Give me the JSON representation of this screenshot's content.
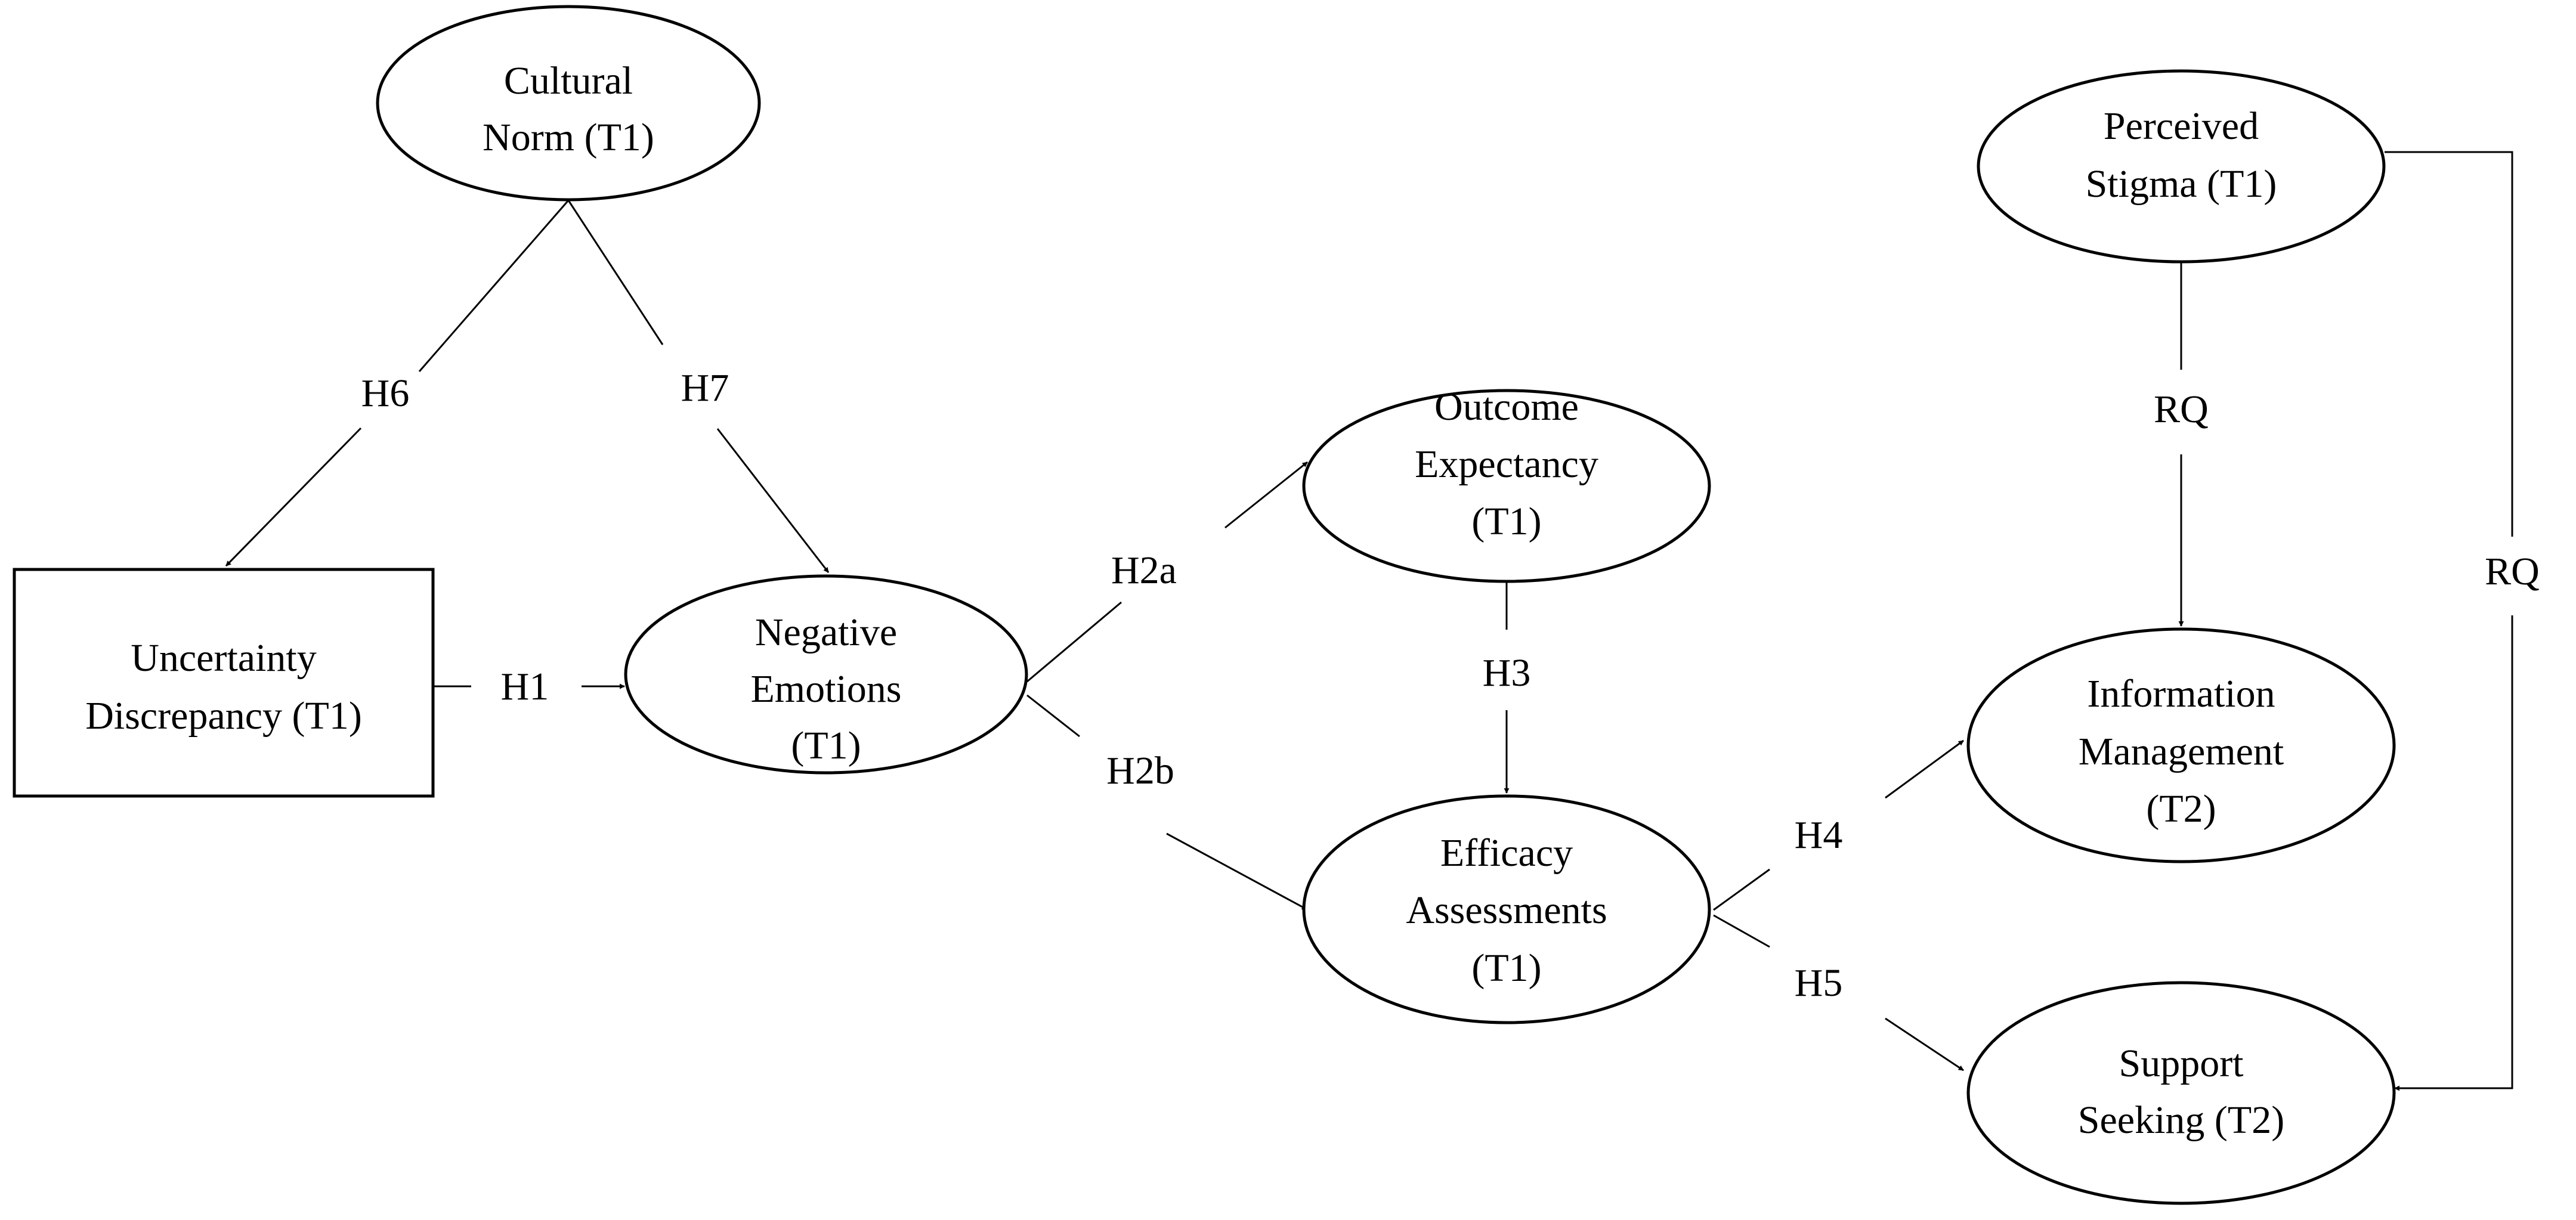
{
  "nodes": {
    "cultural_norm": {
      "lines": [
        "Cultural",
        "Norm (T1)"
      ]
    },
    "uncertainty": {
      "lines": [
        "Uncertainty",
        "Discrepancy (T1)"
      ]
    },
    "negative_emotions": {
      "lines": [
        "Negative",
        "Emotions",
        "(T1)"
      ]
    },
    "outcome_expectancy": {
      "lines": [
        "Outcome",
        "Expectancy",
        "(T1)"
      ]
    },
    "efficacy": {
      "lines": [
        "Efficacy",
        "Assessments",
        "(T1)"
      ]
    },
    "perceived_stigma": {
      "lines": [
        "Perceived",
        "Stigma (T1)"
      ]
    },
    "information_management": {
      "lines": [
        "Information",
        "Management",
        "(T2)"
      ]
    },
    "support_seeking": {
      "lines": [
        "Support",
        "Seeking (T2)"
      ]
    }
  },
  "edges": {
    "h6": {
      "label": "H6"
    },
    "h7": {
      "label": "H7"
    },
    "h1": {
      "label": "H1"
    },
    "h2a": {
      "label": "H2a"
    },
    "h2b": {
      "label": "H2b"
    },
    "h3": {
      "label": "H3"
    },
    "h4": {
      "label": "H4"
    },
    "h5": {
      "label": "H5"
    },
    "rq_info": {
      "label": "RQ"
    },
    "rq_support": {
      "label": "RQ"
    }
  }
}
